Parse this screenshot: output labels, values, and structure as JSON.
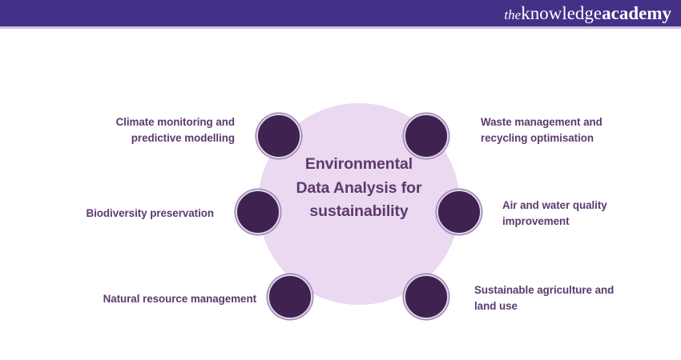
{
  "header": {
    "background_color": "#453088",
    "underline_color": "#cdc4e4",
    "logo": {
      "part_the": "the",
      "part_knowledge": "knowledge",
      "part_academy": "academy",
      "full_text": "theknowledgeacademy"
    }
  },
  "diagram": {
    "type": "hub-and-spoke",
    "hub_fill_color": "#ead9f0",
    "node_fill_color": "#3f2250",
    "node_ring_color": "#9e86b4",
    "text_color": "#5b3a6e",
    "center": {
      "title": "Environmental Data Analysis for sustainability",
      "line1": "Environmental",
      "line2": "Data Analysis for",
      "line3": "sustainability"
    },
    "spokes": [
      {
        "id": "climate-monitoring",
        "side": "left",
        "label": "Climate monitoring and predictive modelling",
        "line1": "Climate monitoring and",
        "line2": "predictive modelling"
      },
      {
        "id": "biodiversity-preservation",
        "side": "left",
        "label": "Biodiversity preservation",
        "line1": "Biodiversity preservation",
        "line2": ""
      },
      {
        "id": "natural-resource-management",
        "side": "left",
        "label": "Natural resource management",
        "line1": "Natural resource management",
        "line2": ""
      },
      {
        "id": "waste-management",
        "side": "right",
        "label": "Waste management and recycling optimisation",
        "line1": "Waste management and",
        "line2": "recycling optimisation"
      },
      {
        "id": "air-water-quality",
        "side": "right",
        "label": "Air and water quality improvement",
        "line1": "Air and water quality",
        "line2": "improvement"
      },
      {
        "id": "sustainable-agriculture",
        "side": "right",
        "label": "Sustainable agriculture and land use",
        "line1": "Sustainable agriculture and",
        "line2": "land use"
      }
    ]
  }
}
